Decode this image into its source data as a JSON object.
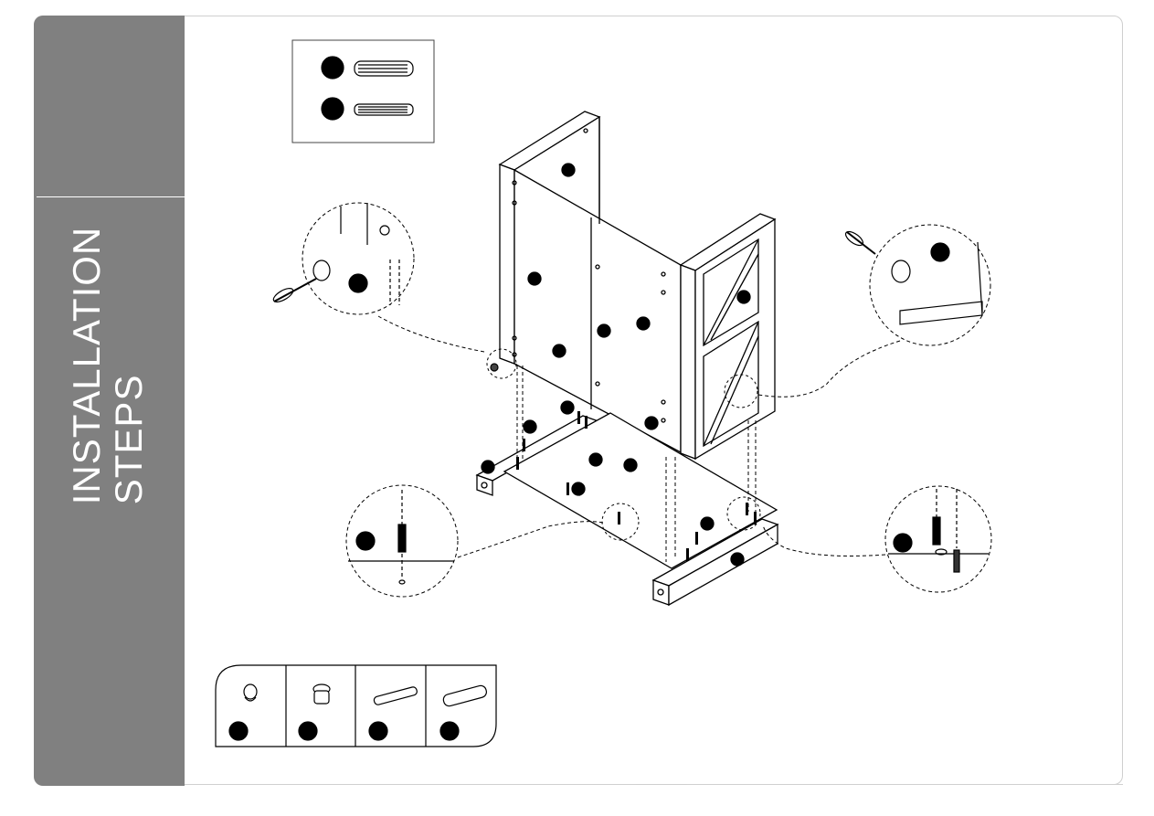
{
  "sidebar": {
    "title_line1": "INSTALLATION",
    "title_line2": "STEPS",
    "color": "#808080"
  },
  "diagram": {
    "description_icons": [
      "cam-lock",
      "cam-bolt",
      "wood-dowel",
      "wood-dowel-long",
      "screwdriver"
    ],
    "parts_legend": [
      {
        "icon": "cam-lock-icon"
      },
      {
        "icon": "cam-bolt-icon"
      },
      {
        "icon": "short-dowel-icon"
      },
      {
        "icon": "long-dowel-icon"
      }
    ]
  }
}
